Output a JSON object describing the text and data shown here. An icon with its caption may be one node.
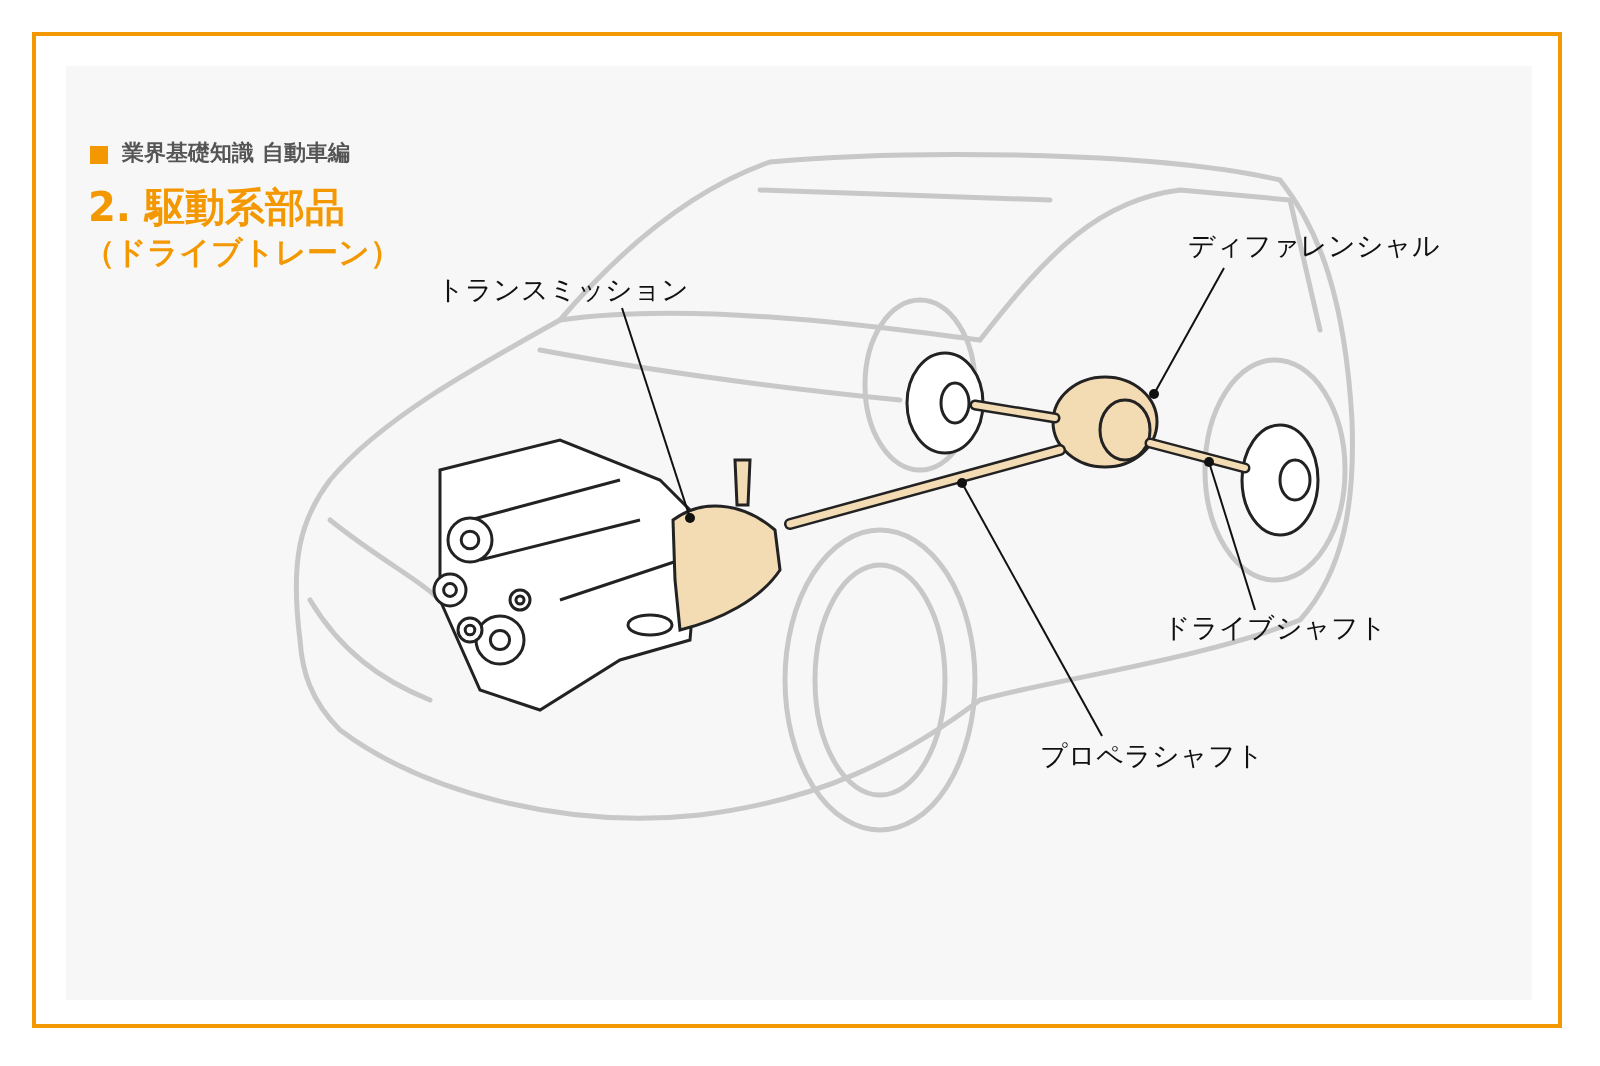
{
  "diagram": {
    "title": "2. 駆動系部品",
    "nodes": [
      {
        "text": [
          "ディファレンシャル"
        ]
      },
      {
        "text": [
          "トランスミッション"
        ]
      },
      {
        "text": [
          "ドライブシャフト"
        ]
      },
      {
        "text": [
          "プロペラシャフト"
        ]
      },
      {
        "text": [],
        "shape": "picture"
      },
      {
        "text": [],
        "shape": "picture"
      },
      {
        "text": [],
        "shape": "picture"
      },
      {
        "text": [],
        "shape": "picture"
      }
    ],
    "edges": [
      {
        "from": 0,
        "to": 4,
        "arrow": "other"
      },
      {
        "from": 1,
        "to": 5,
        "arrow": "other"
      },
      {
        "from": 2,
        "to": 6,
        "arrow": "other"
      },
      {
        "from": 3,
        "to": 7,
        "arrow": "other"
      }
    ],
    "labels": [
      "業界基礎知識 自動車編",
      "（ドライブトレーン）"
    ]
  }
}
